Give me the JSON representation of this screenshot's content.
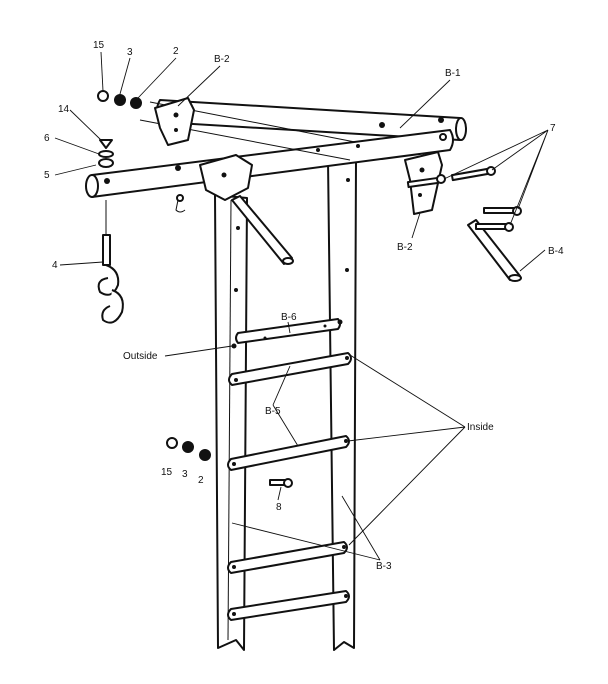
{
  "labels": {
    "p15_top": "15",
    "p3_top": "3",
    "p2_top": "2",
    "b2_top": "B-2",
    "b1": "B-1",
    "p14": "14",
    "p6": "6",
    "p5": "5",
    "p7": "7",
    "b2_right": "B-2",
    "b4": "B-4",
    "p4": "4",
    "b6": "B-6",
    "outside": "Outside",
    "b5": "B-5",
    "inside": "Inside",
    "p15_low": "15",
    "p3_low": "3",
    "p2_low": "2",
    "p8": "8",
    "b3": "B-3"
  }
}
